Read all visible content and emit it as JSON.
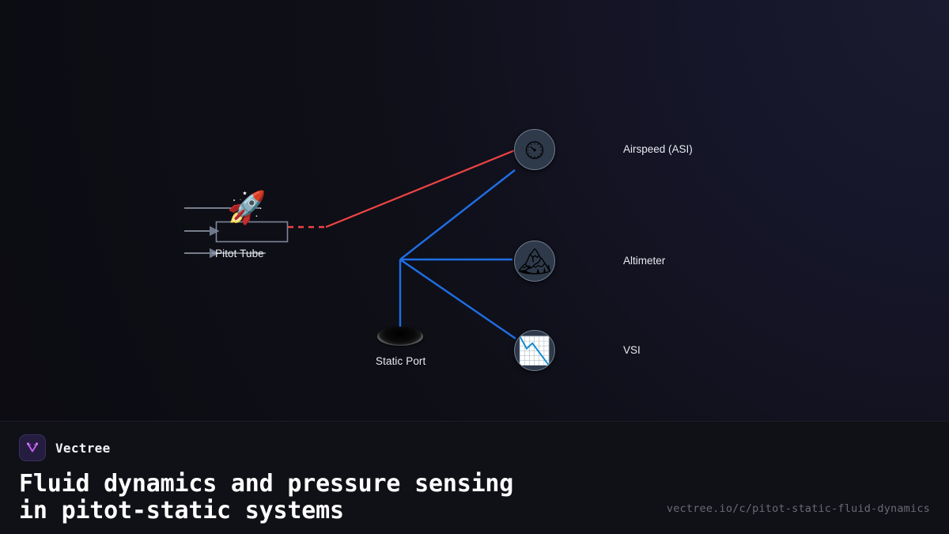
{
  "theme": {
    "background_dark": "#0d0d13",
    "background_light": "#1b1b30",
    "footer_bg": "#101017",
    "accent_purple": "#a855f7",
    "pitot_line_color": "#ef4444",
    "static_line_color": "#1f6fe5",
    "flow_line_color": "#9aa3b2",
    "text_primary": "#e8eaf0",
    "text_muted": "#6a6a78"
  },
  "diagram": {
    "title": "",
    "pitot": {
      "label": "Pitot Tube",
      "rocket_icon": "rocket-icon",
      "rocket_glyph": "🚀",
      "flow_arrow_icon": "flow-arrow-icon"
    },
    "static_port": {
      "label": "Static Port",
      "icon": "static-port-icon"
    },
    "instruments": [
      {
        "id": "asi",
        "label": "Airspeed (ASI)",
        "icon": "timer-gauge-icon",
        "glyph": "⏲",
        "source": "pitot+static"
      },
      {
        "id": "altimeter",
        "label": "Altimeter",
        "icon": "snow-mountain-icon",
        "glyph": "🏔",
        "source": "static"
      },
      {
        "id": "vsi",
        "label": "VSI",
        "icon": "chart-decreasing-icon",
        "glyph": "📉",
        "source": "static"
      }
    ],
    "connections": [
      {
        "from": "Pitot Tube",
        "to": "Airspeed (ASI)",
        "type": "pitot",
        "style": "dashed-then-solid",
        "color": "#ef4444"
      },
      {
        "from": "Static Port",
        "to": "Airspeed (ASI)",
        "type": "static",
        "style": "solid",
        "color": "#1f6fe5"
      },
      {
        "from": "Static Port",
        "to": "Altimeter",
        "type": "static",
        "style": "solid",
        "color": "#1f6fe5"
      },
      {
        "from": "Static Port",
        "to": "VSI",
        "type": "static",
        "style": "solid",
        "color": "#1f6fe5"
      }
    ]
  },
  "footer": {
    "brand": "Vectree",
    "logo_icon": "vectree-logo-icon",
    "headline": "Fluid dynamics and pressure sensing\nin pitot-static systems",
    "url": "vectree.io/c/pitot-static-fluid-dynamics"
  }
}
